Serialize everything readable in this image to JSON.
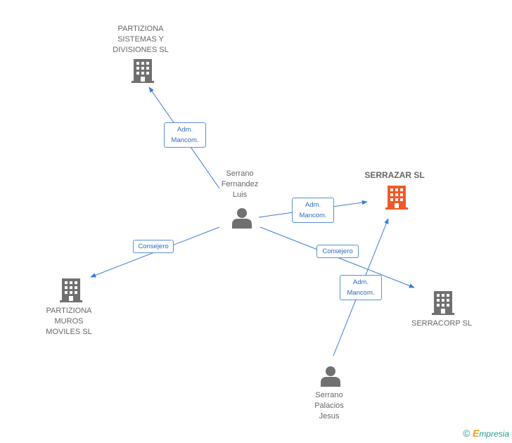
{
  "nodes": {
    "partiziona_sistemas": {
      "label": "PARTIZIONA\nSISTEMAS Y\nDIVISIONES SL"
    },
    "serrazar": {
      "label": "SERRAZAR SL"
    },
    "serrano_fernandez": {
      "label": "Serrano\nFernandez\nLuis"
    },
    "partiziona_muros": {
      "label": "PARTIZIONA\nMUROS\nMOVILES SL"
    },
    "serracorp": {
      "label": "SERRACORP SL"
    },
    "serrano_palacios": {
      "label": "Serrano\nPalacios\nJesus"
    }
  },
  "edges": {
    "e1": {
      "label": "Adm.\nMancom."
    },
    "e2": {
      "label": "Adm.\nMancom."
    },
    "e3": {
      "label": "Consejero"
    },
    "e4": {
      "label": "Consejero"
    },
    "e5": {
      "label": "Adm.\nMancom."
    }
  },
  "colors": {
    "edge": "#3a7bd5",
    "building": "#707070",
    "building_main": "#f05a2a",
    "person": "#707070"
  },
  "icons": {
    "company": "building-icon",
    "person": "person-icon"
  },
  "footer": {
    "copyright": "©",
    "brand_first": "E",
    "brand_rest": "mpresia"
  }
}
